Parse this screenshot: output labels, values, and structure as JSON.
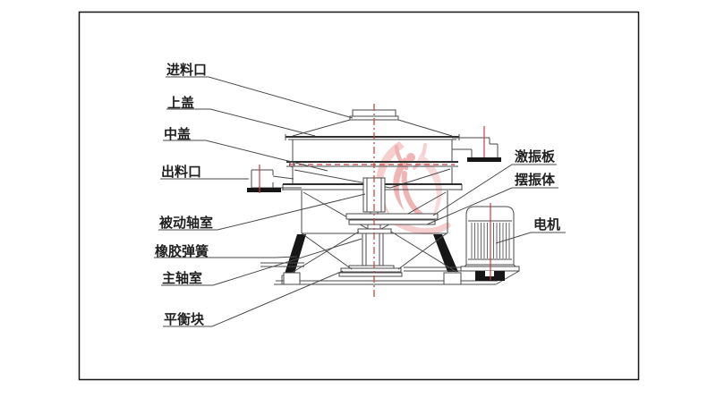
{
  "diagram": {
    "labels": {
      "feed_inlet": "进料口",
      "upper_cover": "上盖",
      "middle_cover": "中盖",
      "discharge_outlet": "出料口",
      "driven_shaft_chamber": "被动轴室",
      "rubber_spring": "橡胶弹簧",
      "main_shaft_chamber": "主轴室",
      "balance_weight": "平衡块",
      "excitation_plate": "激振板",
      "swing_vibrator": "摆振体",
      "motor": "电机"
    },
    "colors": {
      "outline": "#4a4a4a",
      "dark_line": "#2e2e2e",
      "centerline_red": "#cc3b3b",
      "watermark_pink": "#ef9f9f",
      "watermark_dark_pink": "#e26b6b",
      "spring_black": "#161616",
      "label_text": "#1f1f1f",
      "frame_border": "#141414",
      "background": "#ffffff"
    }
  }
}
